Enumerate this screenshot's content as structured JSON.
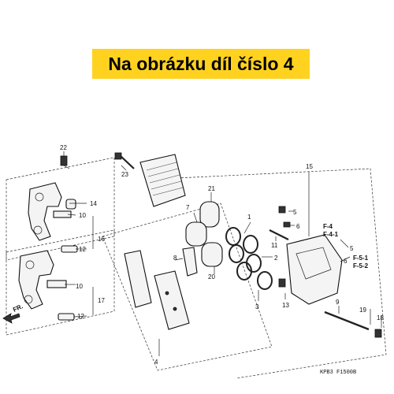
{
  "banner": {
    "text": "Na obrázku díl číslo 4",
    "color": "#ffd21f"
  },
  "labels": {
    "l1": "1",
    "l2": "2",
    "l3": "3",
    "l4": "4",
    "l5a": "5",
    "l5b": "5",
    "l6a": "6",
    "l6b": "6",
    "l7": "7",
    "l8": "8",
    "l9": "9",
    "l10a": "10",
    "l10b": "10",
    "l11": "11",
    "l12a": "12",
    "l12b": "12",
    "l13": "13",
    "l14": "14",
    "l15": "15",
    "l16": "16",
    "l17": "17",
    "l18": "18",
    "l19": "19",
    "l20": "20",
    "l21": "21",
    "l22": "22",
    "l23": "23"
  },
  "codes": {
    "f4": "F-4",
    "f41": "F-4-1",
    "f51": "F-5-1",
    "f52": "F-5-2"
  },
  "fr_arrow": "FR.",
  "drawing_ref": "KPB3 F1500B"
}
